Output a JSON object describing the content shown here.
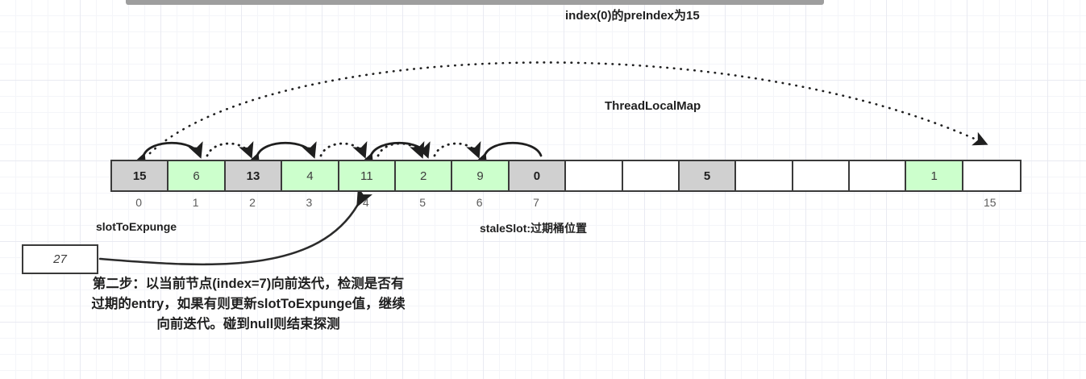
{
  "diagram": {
    "title_top": "index(0)的preIndex为15",
    "structure_label": "ThreadLocalMap",
    "slot_to_expunge_label": "slotToExpunge",
    "stale_slot_label": "staleSlot:过期桶位置",
    "side_box_value": "27",
    "caption": "第二步：以当前节点(index=7)向前迭代，检测是否有过期的entry，如果有则更新slotToExpunge值，继续向前迭代。碰到null则结束探测",
    "colors": {
      "stale_fill": "#d0d0d0",
      "live_fill": "#ccffcc",
      "empty_fill": "#ffffff",
      "stroke": "#3a3a3a",
      "grid": "#e9eaf2",
      "topbar": "#9e9e9e"
    },
    "array": {
      "length": 16,
      "cells": [
        {
          "index": "0",
          "value": "15",
          "state": "gray"
        },
        {
          "index": "1",
          "value": "6",
          "state": "green"
        },
        {
          "index": "2",
          "value": "13",
          "state": "gray"
        },
        {
          "index": "3",
          "value": "4",
          "state": "green"
        },
        {
          "index": "4",
          "value": "11",
          "state": "green"
        },
        {
          "index": "5",
          "value": "2",
          "state": "green"
        },
        {
          "index": "6",
          "value": "9",
          "state": "green"
        },
        {
          "index": "7",
          "value": "0",
          "state": "gray"
        },
        {
          "index": "8",
          "value": "",
          "state": "white"
        },
        {
          "index": "9",
          "value": "",
          "state": "white"
        },
        {
          "index": "10",
          "value": "5",
          "state": "gray"
        },
        {
          "index": "11",
          "value": "",
          "state": "white"
        },
        {
          "index": "12",
          "value": "",
          "state": "white"
        },
        {
          "index": "13",
          "value": "",
          "state": "white"
        },
        {
          "index": "14",
          "value": "1",
          "state": "green"
        },
        {
          "index": "15",
          "value": "",
          "state": "white"
        }
      ],
      "visible_ticks": [
        "0",
        "1",
        "2",
        "3",
        "4",
        "5",
        "6",
        "7",
        "",
        "",
        "",
        "",
        "",
        "",
        "",
        "15"
      ]
    }
  }
}
